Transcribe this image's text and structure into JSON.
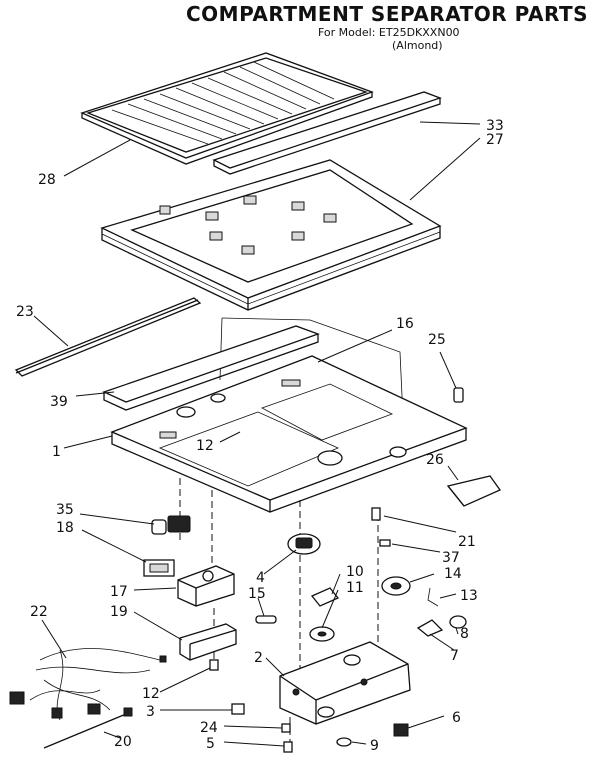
{
  "title": "COMPARTMENT SEPARATOR PARTS",
  "model_line": "For Model: ET25DKXXN00",
  "color_line": "(Almond)",
  "callouts": [
    {
      "id": "28",
      "text": "28"
    },
    {
      "id": "33",
      "text": "33"
    },
    {
      "id": "27",
      "text": "27"
    },
    {
      "id": "23",
      "text": "23"
    },
    {
      "id": "16",
      "text": "16"
    },
    {
      "id": "25",
      "text": "25"
    },
    {
      "id": "39",
      "text": "39"
    },
    {
      "id": "1",
      "text": "1"
    },
    {
      "id": "12a",
      "text": "12"
    },
    {
      "id": "26",
      "text": "26"
    },
    {
      "id": "35",
      "text": "35"
    },
    {
      "id": "18",
      "text": "18"
    },
    {
      "id": "21",
      "text": "21"
    },
    {
      "id": "37",
      "text": "37"
    },
    {
      "id": "4",
      "text": "4"
    },
    {
      "id": "10",
      "text": "10"
    },
    {
      "id": "14",
      "text": "14"
    },
    {
      "id": "11",
      "text": "11"
    },
    {
      "id": "13",
      "text": "13"
    },
    {
      "id": "17",
      "text": "17"
    },
    {
      "id": "15",
      "text": "15"
    },
    {
      "id": "19",
      "text": "19"
    },
    {
      "id": "8",
      "text": "8"
    },
    {
      "id": "22",
      "text": "22"
    },
    {
      "id": "2",
      "text": "2"
    },
    {
      "id": "7",
      "text": "7"
    },
    {
      "id": "12b",
      "text": "12"
    },
    {
      "id": "3",
      "text": "3"
    },
    {
      "id": "6",
      "text": "6"
    },
    {
      "id": "24",
      "text": "24"
    },
    {
      "id": "20",
      "text": "20"
    },
    {
      "id": "5",
      "text": "5"
    },
    {
      "id": "9",
      "text": "9"
    }
  ]
}
